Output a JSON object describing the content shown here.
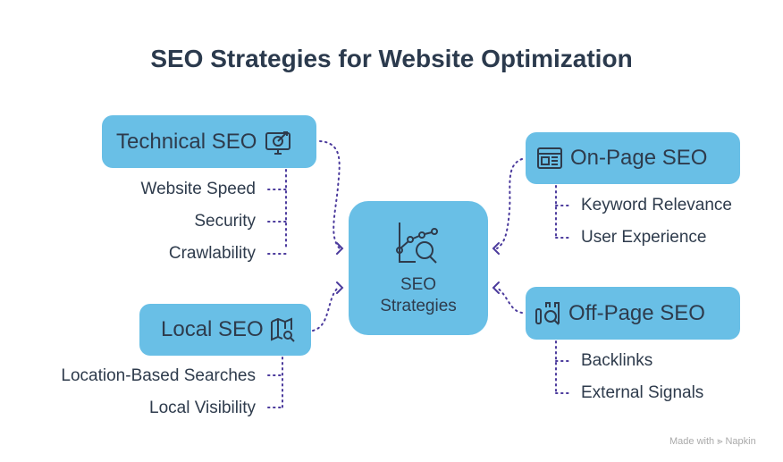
{
  "title": "SEO Strategies for Website Optimization",
  "center": {
    "line1": "SEO",
    "line2": "Strategies",
    "icon": "chart-search-icon"
  },
  "technical": {
    "label": "Technical SEO",
    "icon": "monitor-target-icon",
    "items": [
      "Website Speed",
      "Security",
      "Crawlability"
    ]
  },
  "local": {
    "label": "Local SEO",
    "icon": "map-search-icon",
    "items": [
      "Location-Based Searches",
      "Local Visibility"
    ]
  },
  "onpage": {
    "label": "On-Page SEO",
    "icon": "browser-window-icon",
    "items": [
      "Keyword Relevance",
      "User Experience"
    ]
  },
  "offpage": {
    "label": "Off-Page SEO",
    "icon": "links-search-icon",
    "items": [
      "Backlinks",
      "External Signals"
    ]
  },
  "footer": "Made with ⪢ Napkin",
  "colors": {
    "box": "#69bfe6",
    "connector": "#4b3a9c",
    "text": "#2e3b4c"
  }
}
